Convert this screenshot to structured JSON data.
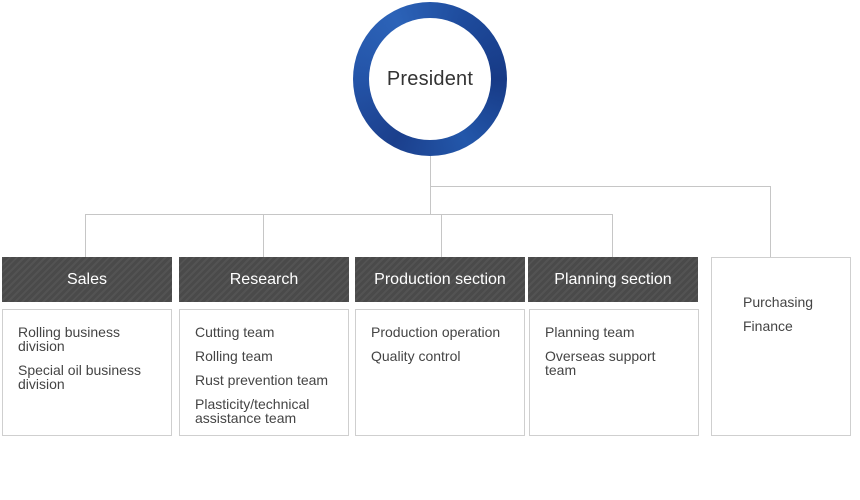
{
  "president": {
    "label": "President"
  },
  "colors": {
    "ring": "#1e4b9c",
    "header": "#4a4a4a",
    "connector": "#c6c6c6"
  },
  "departments": [
    {
      "name": "Sales",
      "items": [
        "Rolling business division",
        "Special oil business division"
      ]
    },
    {
      "name": "Research",
      "items": [
        "Cutting team",
        "Rolling team",
        "Rust prevention team",
        "Plasticity/technical assistance team"
      ]
    },
    {
      "name": "Production section",
      "items": [
        "Production operation",
        "Quality control"
      ]
    },
    {
      "name": "Planning section",
      "items": [
        "Planning team",
        "Overseas support team"
      ]
    }
  ],
  "standalone": {
    "items": [
      "Purchasing",
      "Finance"
    ]
  }
}
